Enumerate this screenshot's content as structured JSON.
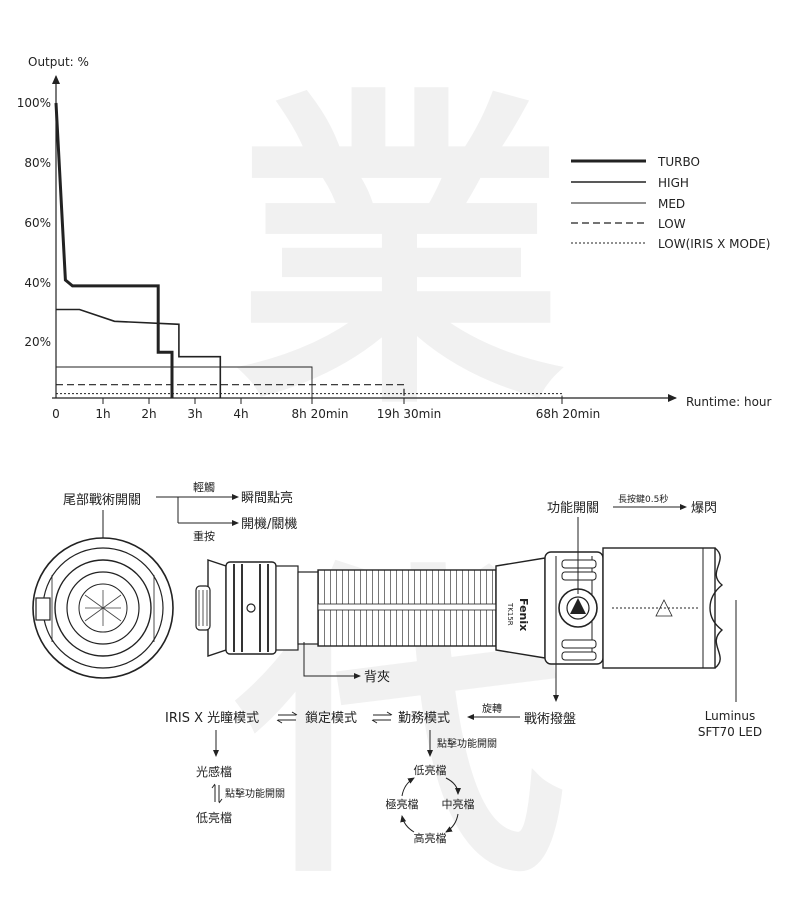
{
  "watermark": [
    "業",
    "代"
  ],
  "chart_data": {
    "type": "line",
    "ylabel": "Output: %",
    "xlabel": "Runtime: hour",
    "y_ticks": [
      "100%",
      "80%",
      "60%",
      "40%",
      "20%"
    ],
    "x_ticks": [
      "0",
      "1h",
      "2h",
      "3h",
      "4h",
      "8h 20min",
      "19h 30min",
      "68h 20min"
    ],
    "legend_position": "top-right",
    "series": [
      {
        "name": "TURBO",
        "style": "thick-solid",
        "points": [
          [
            0,
            100
          ],
          [
            0.2,
            40
          ],
          [
            0.35,
            38
          ],
          [
            2.2,
            38
          ],
          [
            2.2,
            15.5
          ],
          [
            2.5,
            15.5
          ],
          [
            2.5,
            0
          ]
        ]
      },
      {
        "name": "HIGH",
        "style": "solid",
        "points": [
          [
            0,
            30
          ],
          [
            0.5,
            30
          ],
          [
            1.25,
            26
          ],
          [
            2.65,
            25
          ],
          [
            2.65,
            14
          ],
          [
            3.55,
            14
          ],
          [
            3.55,
            0
          ]
        ]
      },
      {
        "name": "MED",
        "style": "thin-solid",
        "points": [
          [
            0,
            10.5
          ],
          [
            8.33,
            10.5
          ],
          [
            8.33,
            0
          ]
        ]
      },
      {
        "name": "LOW",
        "style": "dashed",
        "points": [
          [
            0,
            4.5
          ],
          [
            19.5,
            4.5
          ],
          [
            19.5,
            0
          ]
        ]
      },
      {
        "name": "LOW(IRIS X MODE)",
        "style": "dotted",
        "points": [
          [
            0,
            1.5
          ],
          [
            68.33,
            1.5
          ],
          [
            68.33,
            0
          ]
        ]
      }
    ]
  },
  "diagram": {
    "tail_switch": "尾部戰術開關",
    "light_touch": "輕觸",
    "momentary": "瞬間點亮",
    "press": "重按",
    "on_off": "開機/關機",
    "function_switch": "功能開關",
    "long_press": "長按鍵0.5秒",
    "strobe": "爆閃",
    "clip": "背夾",
    "tactical_dial": "戰術撥盤",
    "iris_mode": "IRIS X 光瞳模式",
    "lock_mode": "鎖定模式",
    "duty_mode": "勤務模式",
    "rotate": "旋轉",
    "click_function": "點擊功能開關",
    "sensor_level": "光感檔",
    "click_function_2": "點擊功能開關",
    "low_level_left": "低亮檔",
    "cycle_low": "低亮檔",
    "cycle_mid": "中亮檔",
    "cycle_high": "高亮檔",
    "cycle_ultralow": "極亮檔",
    "led_line1": "Luminus",
    "led_line2": "SFT70 LED",
    "brand": "Fenix",
    "model": "TK15R"
  }
}
